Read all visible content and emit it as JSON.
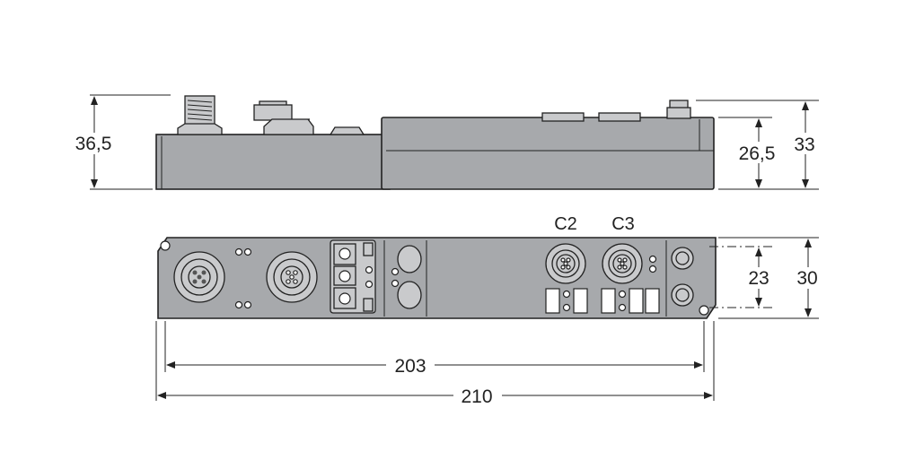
{
  "side_view": {
    "dim_total_height": "36,5",
    "dim_body_height": "26,5",
    "dim_connector_height": "33"
  },
  "bottom_view": {
    "connector_labels": [
      "C2",
      "C3"
    ],
    "dim_mount_spacing": "23",
    "dim_width": "30",
    "dim_hole_distance": "203",
    "dim_length": "210"
  },
  "colors": {
    "housing": "#a7a9ac",
    "connector": "#c9cacc",
    "line": "#222222"
  }
}
